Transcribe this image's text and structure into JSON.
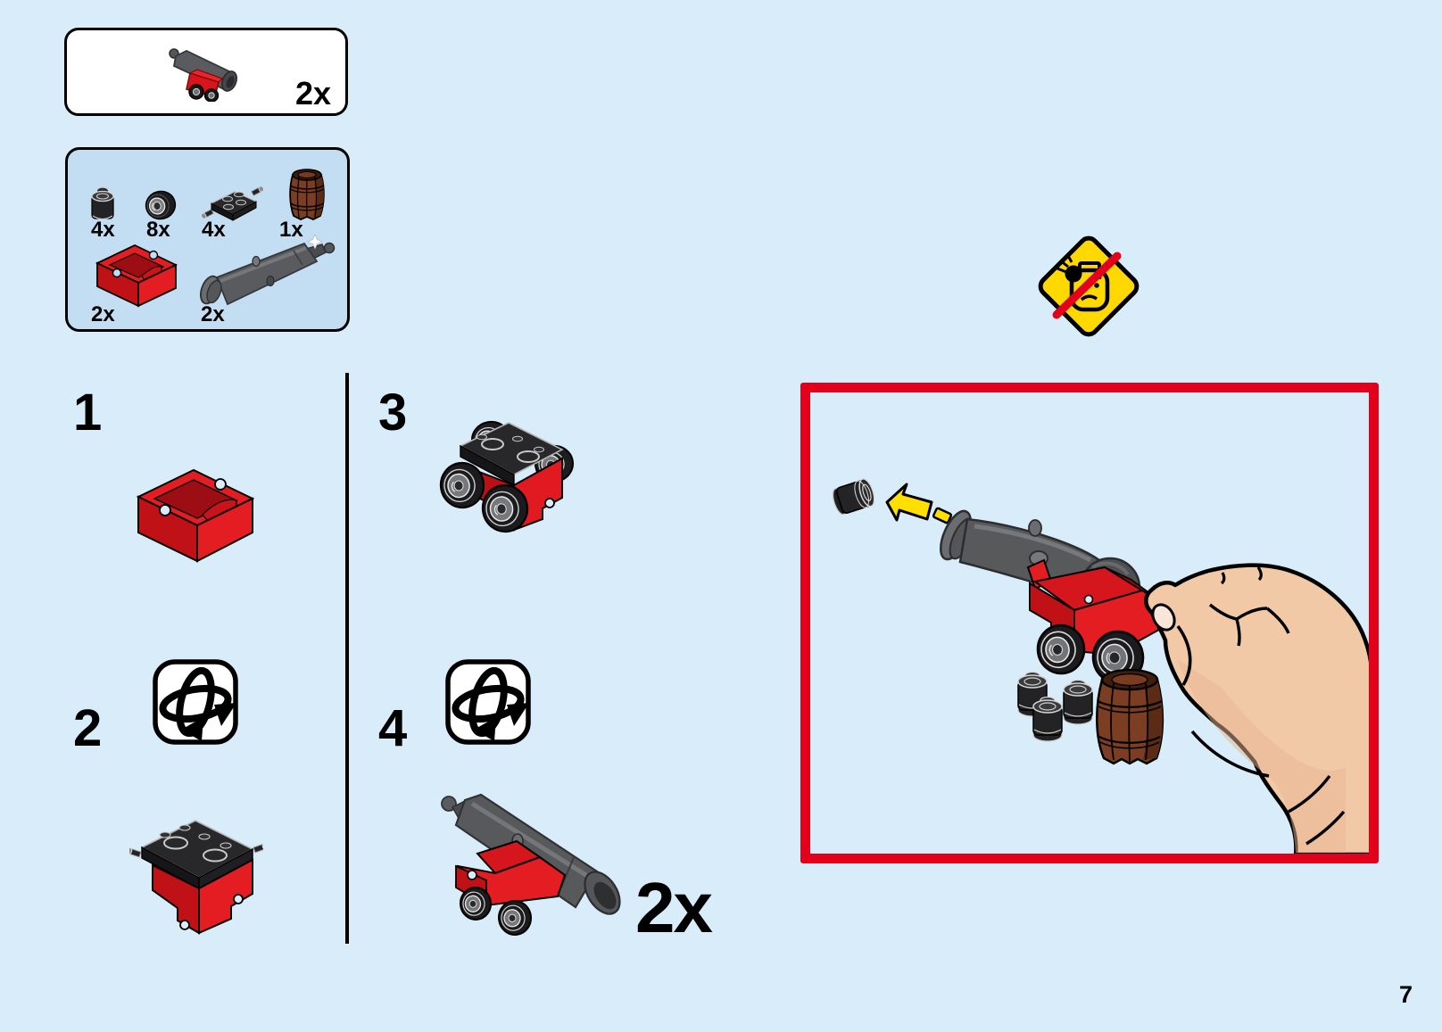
{
  "page": {
    "background": "#d9ecf9",
    "number": "7"
  },
  "result_box": {
    "qty": "2x",
    "icon": "cannon-assembly-thumbnail"
  },
  "parts_box": {
    "background": "#c3def3",
    "items": [
      {
        "icon": "round-brick-1x1-black-part",
        "qty": "4x"
      },
      {
        "icon": "small-wheel-part",
        "qty": "8x"
      },
      {
        "icon": "plate-2x2-wheel-pins-part",
        "qty": "4x"
      },
      {
        "icon": "brown-barrel-part",
        "qty": "1x"
      },
      {
        "icon": "red-cannon-carriage-part",
        "qty": "2x"
      },
      {
        "icon": "gray-cannon-barrel-part",
        "qty": "2x"
      }
    ]
  },
  "steps": [
    {
      "label": "1"
    },
    {
      "label": "2",
      "icon": "flip-model-over-icon"
    },
    {
      "label": "3"
    },
    {
      "label": "4",
      "icon": "flip-model-over-icon",
      "qty": "2x"
    }
  ],
  "warning": {
    "icon": "do-not-aim-at-face-warning"
  },
  "callout": {
    "icon": "press-knob-to-fire-cannonball-illustration",
    "border_color": "#e2001a"
  },
  "colors": {
    "lego_red": "#dc141c",
    "lego_red_dark": "#9c0e13",
    "cannon_gray": "#58595b",
    "barrel_brown": "#7b3e22",
    "warning_yellow": "#ffd800",
    "arrow_yellow": "#ffdf00",
    "skin": "#f2c9a6"
  }
}
